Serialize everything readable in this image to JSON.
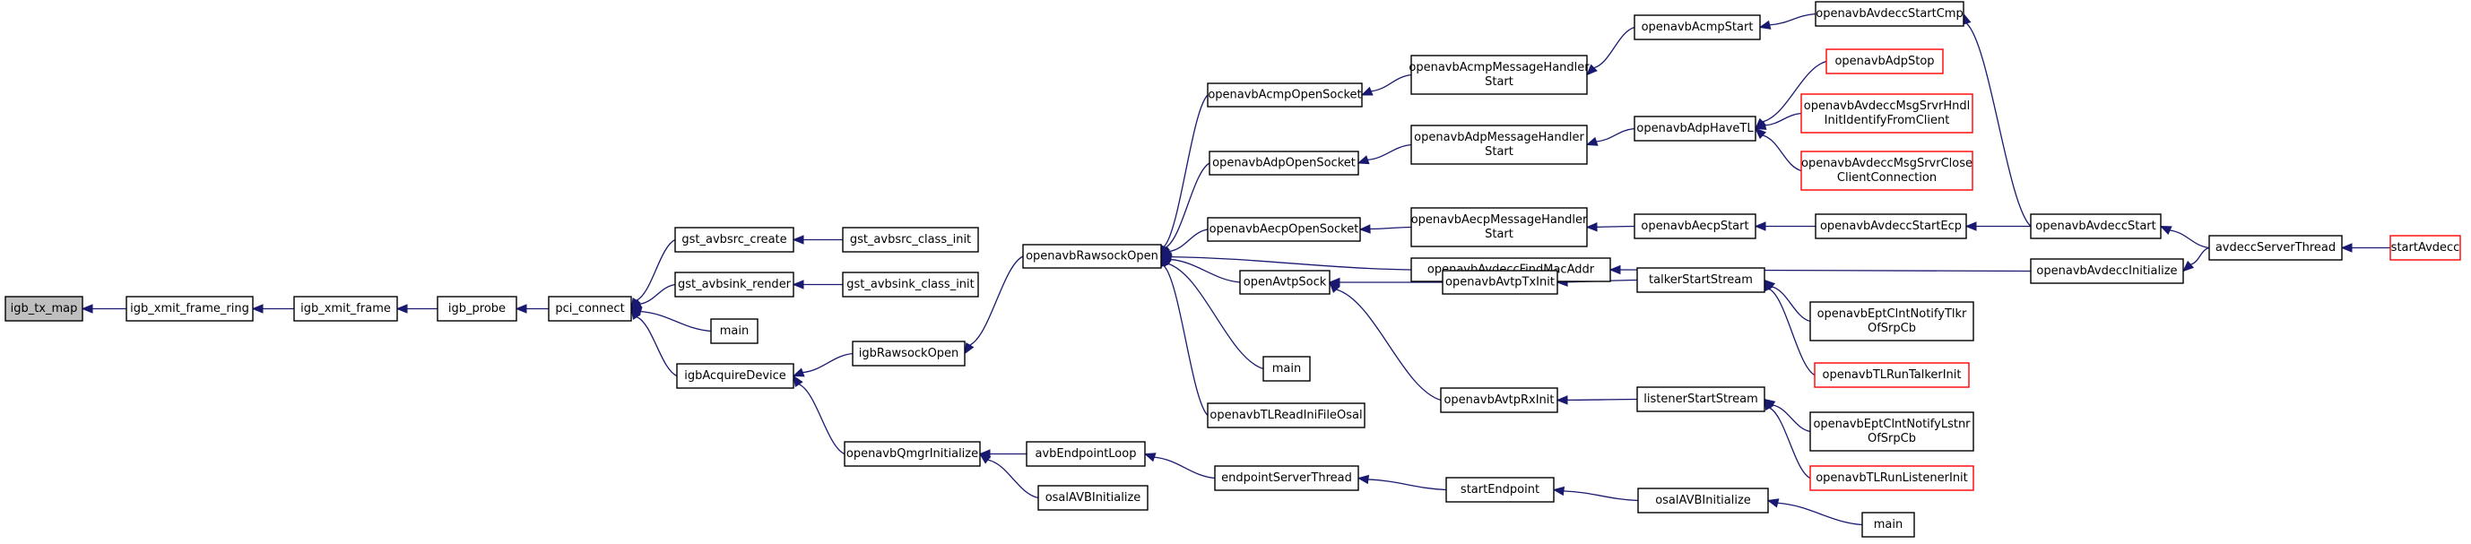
{
  "graph": {
    "nodes": [
      {
        "id": "n1",
        "lines": [
          "igb_tx_map"
        ],
        "style": "current"
      },
      {
        "id": "n2",
        "lines": [
          "igb_xmit_frame_ring"
        ],
        "style": "normal"
      },
      {
        "id": "n3",
        "lines": [
          "igb_xmit_frame"
        ],
        "style": "normal"
      },
      {
        "id": "n4",
        "lines": [
          "igb_probe"
        ],
        "style": "normal"
      },
      {
        "id": "n5",
        "lines": [
          "pci_connect"
        ],
        "style": "normal"
      },
      {
        "id": "n6",
        "lines": [
          "gst_avbsrc_create"
        ],
        "style": "normal"
      },
      {
        "id": "n7",
        "lines": [
          "gst_avbsrc_class_init"
        ],
        "style": "normal"
      },
      {
        "id": "n8",
        "lines": [
          "gst_avbsink_render"
        ],
        "style": "normal"
      },
      {
        "id": "n9",
        "lines": [
          "gst_avbsink_class_init"
        ],
        "style": "normal"
      },
      {
        "id": "n10",
        "lines": [
          "main"
        ],
        "style": "normal"
      },
      {
        "id": "n11",
        "lines": [
          "igbAcquireDevice"
        ],
        "style": "normal"
      },
      {
        "id": "n12",
        "lines": [
          "igbRawsockOpen"
        ],
        "style": "normal"
      },
      {
        "id": "n13",
        "lines": [
          "openavbQmgrInitialize"
        ],
        "style": "normal"
      },
      {
        "id": "n14",
        "lines": [
          "avbEndpointLoop"
        ],
        "style": "normal"
      },
      {
        "id": "n15",
        "lines": [
          "osalAVBInitialize"
        ],
        "style": "normal"
      },
      {
        "id": "n16",
        "lines": [
          "openavbRawsockOpen"
        ],
        "style": "normal"
      },
      {
        "id": "n17",
        "lines": [
          "openavbAcmpOpenSocket"
        ],
        "style": "normal"
      },
      {
        "id": "n18",
        "lines": [
          "openavbAdpOpenSocket"
        ],
        "style": "normal"
      },
      {
        "id": "n19",
        "lines": [
          "openavbAecpOpenSocket"
        ],
        "style": "normal"
      },
      {
        "id": "n20",
        "lines": [
          "openAvtpSock"
        ],
        "style": "normal"
      },
      {
        "id": "n21",
        "lines": [
          "main"
        ],
        "style": "normal"
      },
      {
        "id": "n22",
        "lines": [
          "openavbTLReadIniFileOsal"
        ],
        "style": "normal"
      },
      {
        "id": "n23",
        "lines": [
          "endpointServerThread"
        ],
        "style": "normal"
      },
      {
        "id": "n24",
        "lines": [
          "openavbAcmpMessageHandler",
          "Start"
        ],
        "style": "normal"
      },
      {
        "id": "n25",
        "lines": [
          "openavbAdpMessageHandler",
          "Start"
        ],
        "style": "normal"
      },
      {
        "id": "n26",
        "lines": [
          "openavbAecpMessageHandler",
          "Start"
        ],
        "style": "normal"
      },
      {
        "id": "n27",
        "lines": [
          "openavbAvdeccFindMacAddr"
        ],
        "style": "normal"
      },
      {
        "id": "n28",
        "lines": [
          "openavbAvtpTxInit"
        ],
        "style": "normal"
      },
      {
        "id": "n29",
        "lines": [
          "openavbAvtpRxInit"
        ],
        "style": "normal"
      },
      {
        "id": "n30",
        "lines": [
          "startEndpoint"
        ],
        "style": "normal"
      },
      {
        "id": "n31",
        "lines": [
          "openavbAcmpStart"
        ],
        "style": "normal"
      },
      {
        "id": "n32",
        "lines": [
          "openavbAdpHaveTL"
        ],
        "style": "normal"
      },
      {
        "id": "n33",
        "lines": [
          "openavbAecpStart"
        ],
        "style": "normal"
      },
      {
        "id": "n34",
        "lines": [
          "talkerStartStream"
        ],
        "style": "normal"
      },
      {
        "id": "n35",
        "lines": [
          "listenerStartStream"
        ],
        "style": "normal"
      },
      {
        "id": "n36",
        "lines": [
          "osalAVBInitialize"
        ],
        "style": "normal"
      },
      {
        "id": "n37",
        "lines": [
          "openavbAvdeccStartCmp"
        ],
        "style": "normal"
      },
      {
        "id": "n38",
        "lines": [
          "openavbAdpStop"
        ],
        "style": "red"
      },
      {
        "id": "n39",
        "lines": [
          "openavbAvdeccMsgSrvrHndl",
          "InitIdentifyFromClient"
        ],
        "style": "red"
      },
      {
        "id": "n40",
        "lines": [
          "openavbAvdeccMsgSrvrClose",
          "ClientConnection"
        ],
        "style": "red"
      },
      {
        "id": "n41",
        "lines": [
          "openavbAvdeccStartEcp"
        ],
        "style": "normal"
      },
      {
        "id": "n42",
        "lines": [
          "openavbEptClntNotifyTlkr",
          "OfSrpCb"
        ],
        "style": "normal"
      },
      {
        "id": "n43",
        "lines": [
          "openavbTLRunTalkerInit"
        ],
        "style": "red"
      },
      {
        "id": "n44",
        "lines": [
          "openavbEptClntNotifyLstnr",
          "OfSrpCb"
        ],
        "style": "normal"
      },
      {
        "id": "n45",
        "lines": [
          "openavbTLRunListenerInit"
        ],
        "style": "red"
      },
      {
        "id": "n46",
        "lines": [
          "main"
        ],
        "style": "normal"
      },
      {
        "id": "n47",
        "lines": [
          "openavbAvdeccStart"
        ],
        "style": "normal"
      },
      {
        "id": "n48",
        "lines": [
          "openavbAvdeccInitialize"
        ],
        "style": "normal"
      },
      {
        "id": "n49",
        "lines": [
          "avdeccServerThread"
        ],
        "style": "normal"
      },
      {
        "id": "n50",
        "lines": [
          "startAvdecc"
        ],
        "style": "red"
      }
    ],
    "edges": [
      {
        "from": "n2",
        "to": "n1"
      },
      {
        "from": "n3",
        "to": "n2"
      },
      {
        "from": "n4",
        "to": "n3"
      },
      {
        "from": "n5",
        "to": "n4"
      },
      {
        "from": "n6",
        "to": "n5"
      },
      {
        "from": "n8",
        "to": "n5"
      },
      {
        "from": "n10",
        "to": "n5"
      },
      {
        "from": "n11",
        "to": "n5"
      },
      {
        "from": "n7",
        "to": "n6"
      },
      {
        "from": "n9",
        "to": "n8"
      },
      {
        "from": "n12",
        "to": "n11"
      },
      {
        "from": "n13",
        "to": "n11"
      },
      {
        "from": "n16",
        "to": "n12"
      },
      {
        "from": "n14",
        "to": "n13"
      },
      {
        "from": "n15",
        "to": "n13"
      },
      {
        "from": "n23",
        "to": "n14"
      },
      {
        "from": "n17",
        "to": "n16"
      },
      {
        "from": "n18",
        "to": "n16"
      },
      {
        "from": "n19",
        "to": "n16"
      },
      {
        "from": "n27",
        "to": "n16"
      },
      {
        "from": "n20",
        "to": "n16"
      },
      {
        "from": "n21",
        "to": "n16"
      },
      {
        "from": "n22",
        "to": "n16"
      },
      {
        "from": "n24",
        "to": "n17"
      },
      {
        "from": "n25",
        "to": "n18"
      },
      {
        "from": "n26",
        "to": "n19"
      },
      {
        "from": "n28",
        "to": "n20"
      },
      {
        "from": "n29",
        "to": "n20"
      },
      {
        "from": "n30",
        "to": "n23"
      },
      {
        "from": "n31",
        "to": "n24"
      },
      {
        "from": "n32",
        "to": "n25"
      },
      {
        "from": "n33",
        "to": "n26"
      },
      {
        "from": "n48",
        "to": "n27"
      },
      {
        "from": "n34",
        "to": "n28"
      },
      {
        "from": "n35",
        "to": "n29"
      },
      {
        "from": "n36",
        "to": "n30"
      },
      {
        "from": "n37",
        "to": "n31"
      },
      {
        "from": "n38",
        "to": "n32"
      },
      {
        "from": "n39",
        "to": "n32"
      },
      {
        "from": "n40",
        "to": "n32"
      },
      {
        "from": "n41",
        "to": "n33"
      },
      {
        "from": "n42",
        "to": "n34"
      },
      {
        "from": "n43",
        "to": "n34"
      },
      {
        "from": "n44",
        "to": "n35"
      },
      {
        "from": "n45",
        "to": "n35"
      },
      {
        "from": "n46",
        "to": "n36"
      },
      {
        "from": "n47",
        "to": "n37"
      },
      {
        "from": "n47",
        "to": "n41"
      },
      {
        "from": "n49",
        "to": "n47"
      },
      {
        "from": "n49",
        "to": "n48"
      },
      {
        "from": "n50",
        "to": "n49"
      }
    ]
  }
}
